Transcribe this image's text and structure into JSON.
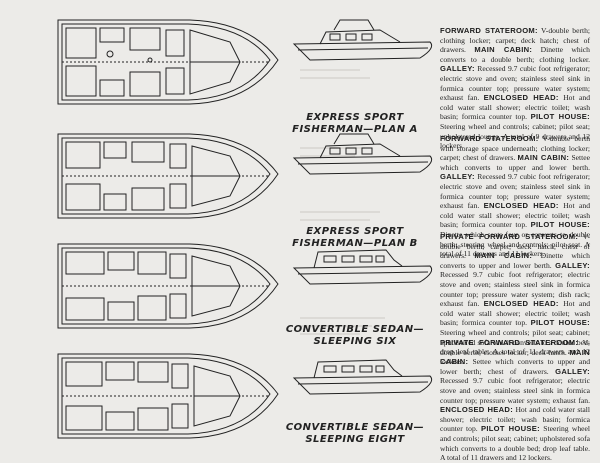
{
  "plans": [
    {
      "caption_line1": "EXPRESS SPORT",
      "caption_line2": "FISHERMAN—PLAN A",
      "description": [
        {
          "b": "FORWARD STATEROOM:",
          "t": " V-double berth; clothing locker; carpet; deck hatch; chest of drawers. "
        },
        {
          "b": "MAIN CABIN:",
          "t": " Dinette which converts to a double berth; clothing locker. "
        },
        {
          "b": "GALLEY:",
          "t": " Recessed 9.7 cubic foot refrigerator; electric stove and oven; stainless steel sink in formica counter top; pressure water system; exhaust fan. "
        },
        {
          "b": "ENCLOSED HEAD:",
          "t": " Hot and cold water stall shower; electric toilet; wash basin; formica counter top. "
        },
        {
          "b": "PILOT HOUSE:",
          "t": " Steering wheel and controls; cabinet; pilot seat; upholstered lounge. A total of 9 drawers and 12 lockers."
        }
      ]
    },
    {
      "caption_line1": "EXPRESS SPORT",
      "caption_line2": "FISHERMAN—PLAN B",
      "description": [
        {
          "b": "FORWARD STATEROOM:",
          "t": " V-double berth with storage space underneath; clothing locker; carpet; chest of drawers. "
        },
        {
          "b": "MAIN CABIN:",
          "t": " Settee which converts to upper and lower berth. "
        },
        {
          "b": "GALLEY:",
          "t": " Recessed 9.7 cubic foot refrigerator; electric stove and oven; stainless steel sink in formica counter top; pressure water system; exhaust fan. "
        },
        {
          "b": "ENCLOSED HEAD:",
          "t": " Hot and cold water stall shower; electric toilet; wash basin; formica counter top. "
        },
        {
          "b": "PILOT HOUSE:",
          "t": " Dinette which seats four or converts to double berth; steering wheel and controls; pilot seat. A total of 11 drawers and 11 lockers."
        }
      ]
    },
    {
      "caption_line1": "CONVERTIBLE SEDAN—",
      "caption_line2": "SLEEPING SIX",
      "description": [
        {
          "b": "PRIVATE FORWARD STATEROOM:",
          "t": " V-double berth; carpet; deck hatch; chest of drawers. "
        },
        {
          "b": "MAIN CABIN:",
          "t": " Dinette which converts to upper and lower berth. "
        },
        {
          "b": "GALLEY:",
          "t": " Recessed 9.7 cubic foot refrigerator; electric stove and oven; stainless steel sink in formica counter top; pressure water system; dish rack; exhaust fan. "
        },
        {
          "b": "ENCLOSED HEAD:",
          "t": " Hot and cold water stall shower; electric toilet; wash basin; formica counter top. "
        },
        {
          "b": "PILOT HOUSE:",
          "t": " Steering wheel and controls; pilot seat; cabinet; upholstered sofa which converts to a double bed; drop leaf table. A total of 11 drawers and 12 lockers."
        }
      ]
    },
    {
      "caption_line1": "CONVERTIBLE SEDAN—",
      "caption_line2": "SLEEPING EIGHT",
      "description": [
        {
          "b": "PRIVATE FORWARD STATEROOM:",
          "t": " V-double berth; clothes locker; deck hatch. "
        },
        {
          "b": "MAIN CABIN:",
          "t": " Settee which converts to upper and lower berth; chest of drawers. "
        },
        {
          "b": "GALLEY:",
          "t": " Recessed 9.7 cubic foot refrigerator; electric stove and oven; stainless steel sink in formica counter top; pressure water system; exhaust fan. "
        },
        {
          "b": "ENCLOSED HEAD:",
          "t": " Hot and cold water stall shower; electric toilet; wash basin; formica counter top. "
        },
        {
          "b": "PILOT HOUSE:",
          "t": " Steering wheel and controls; pilot seat; cabinet; upholstered sofa which converts to a double bed; drop leaf table. A total of 11 drawers and 12 lockers."
        }
      ]
    }
  ],
  "colors": {
    "paper": "#ecebe8",
    "ink": "#1b1b1b"
  }
}
